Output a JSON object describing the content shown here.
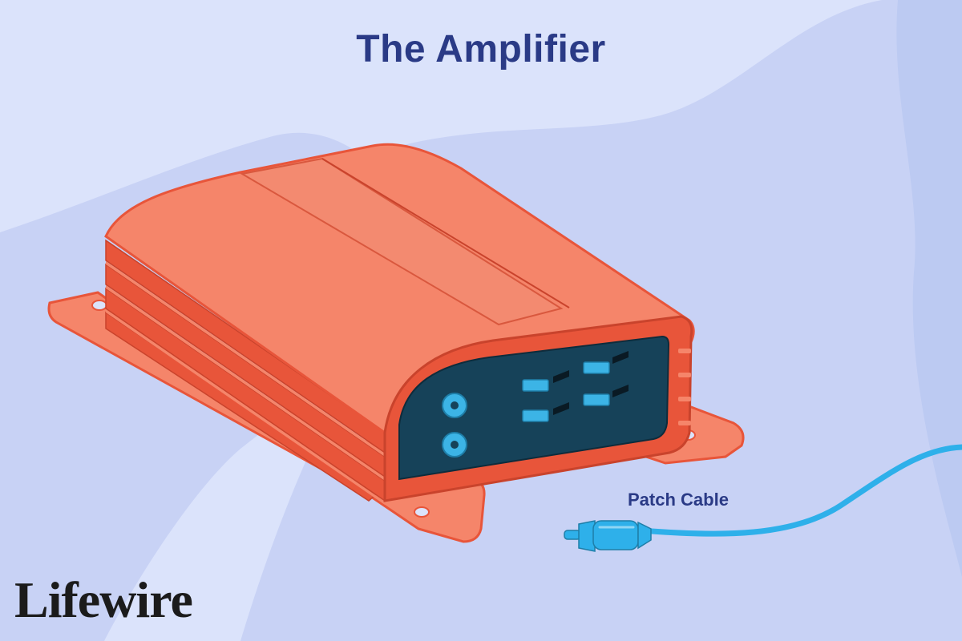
{
  "title": "The Amplifier",
  "labels": {
    "patch_cable": "Patch Cable"
  },
  "brand": {
    "logo_text": "Lifewire"
  },
  "colors": {
    "background": "#dbe3fb",
    "background_shape": "#c8d2f5",
    "amp_body": "#f5856a",
    "amp_edge": "#e8553a",
    "panel": "#164259",
    "control_accent": "#3cb4e6",
    "cable": "#2eb0ea",
    "label_text": "#2a3a86",
    "logo_text": "#1b1b1b"
  }
}
